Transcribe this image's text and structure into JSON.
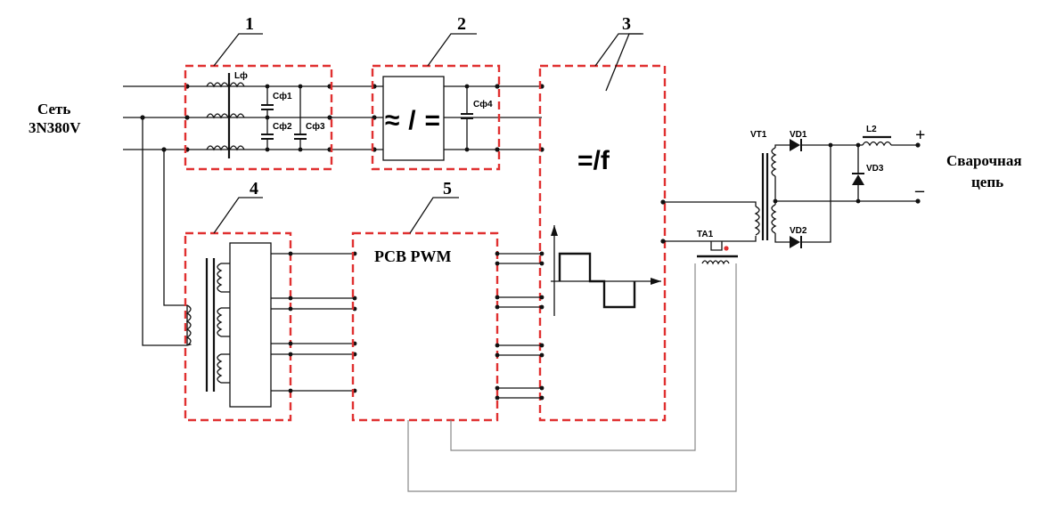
{
  "mains_label_line1": "Сеть",
  "mains_label_line2": "3N380V",
  "output_label_line1": "Сварочная",
  "output_label_line2": "цепь",
  "block_numbers": [
    "1",
    "2",
    "3",
    "4",
    "5"
  ],
  "block2_symbol": "≈/=",
  "block3_symbol": "=/f",
  "block5_label": "PCB PWM",
  "components": {
    "Lf": "Lф",
    "Cf1": "Cф1",
    "Cf2": "Cф2",
    "Cf3": "Cф3",
    "Cf4": "Cф4",
    "VT1": "VT1",
    "VD1": "VD1",
    "VD2": "VD2",
    "VD3": "VD3",
    "L2": "L2",
    "TA1": "TA1"
  },
  "polarity": {
    "plus": "+",
    "minus": "–"
  },
  "colors": {
    "block_border": "#e03030",
    "wire": "#111111",
    "feedback_wire": "#888888",
    "marker": "#e03030"
  }
}
